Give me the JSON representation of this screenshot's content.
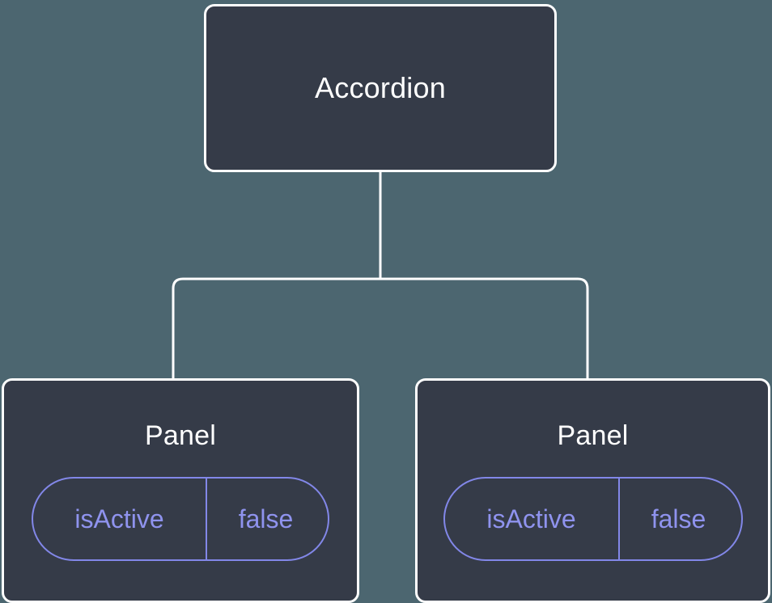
{
  "diagram": {
    "type": "component-tree",
    "background_color": "#4c6670",
    "node_fill_color": "#353b48",
    "node_border_color": "#ffffff",
    "connector_color": "#ffffff",
    "prop_accent_color": "#8287e8",
    "title_color": "#ffffff",
    "root": {
      "id": "accordion",
      "label": "Accordion",
      "props": []
    },
    "children": [
      {
        "id": "panel-0",
        "label": "Panel",
        "props": [
          {
            "key": "isActive",
            "value": "false"
          }
        ]
      },
      {
        "id": "panel-1",
        "label": "Panel",
        "props": [
          {
            "key": "isActive",
            "value": "false"
          }
        ]
      }
    ]
  }
}
